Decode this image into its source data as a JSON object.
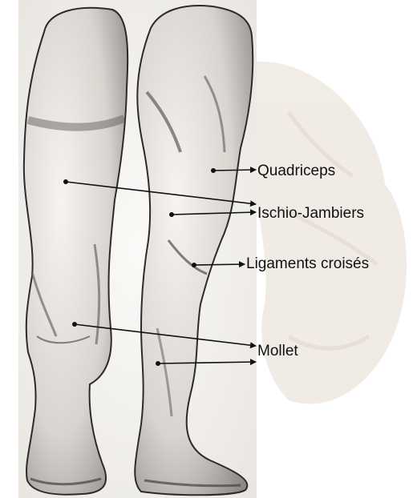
{
  "diagram": {
    "labels": {
      "quadriceps": "Quadriceps",
      "ischio_jambiers": "Ischio-Jambiers",
      "ligaments_croises": "Ligaments croisés",
      "mollet": "Mollet"
    }
  }
}
